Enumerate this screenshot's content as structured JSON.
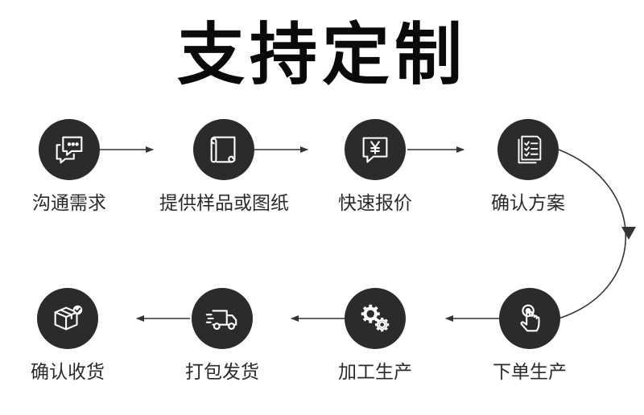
{
  "title": "支持定制",
  "steps": [
    {
      "label": "沟通需求",
      "icon": "chat-bubbles-icon"
    },
    {
      "label": "提供样品或图纸",
      "icon": "drawing-scroll-icon"
    },
    {
      "label": "快速报价",
      "icon": "yen-quote-icon"
    },
    {
      "label": "确认方案",
      "icon": "document-checklist-icon"
    },
    {
      "label": "下单生产",
      "icon": "hand-tap-icon"
    },
    {
      "label": "加工生产",
      "icon": "gears-icon"
    },
    {
      "label": "打包发货",
      "icon": "delivery-truck-icon"
    },
    {
      "label": "确认收货",
      "icon": "package-check-icon"
    }
  ],
  "colors": {
    "circle": "#2b2b2b",
    "icon": "#ffffff",
    "arrow": "#333333",
    "title": "#0a0a0a"
  }
}
